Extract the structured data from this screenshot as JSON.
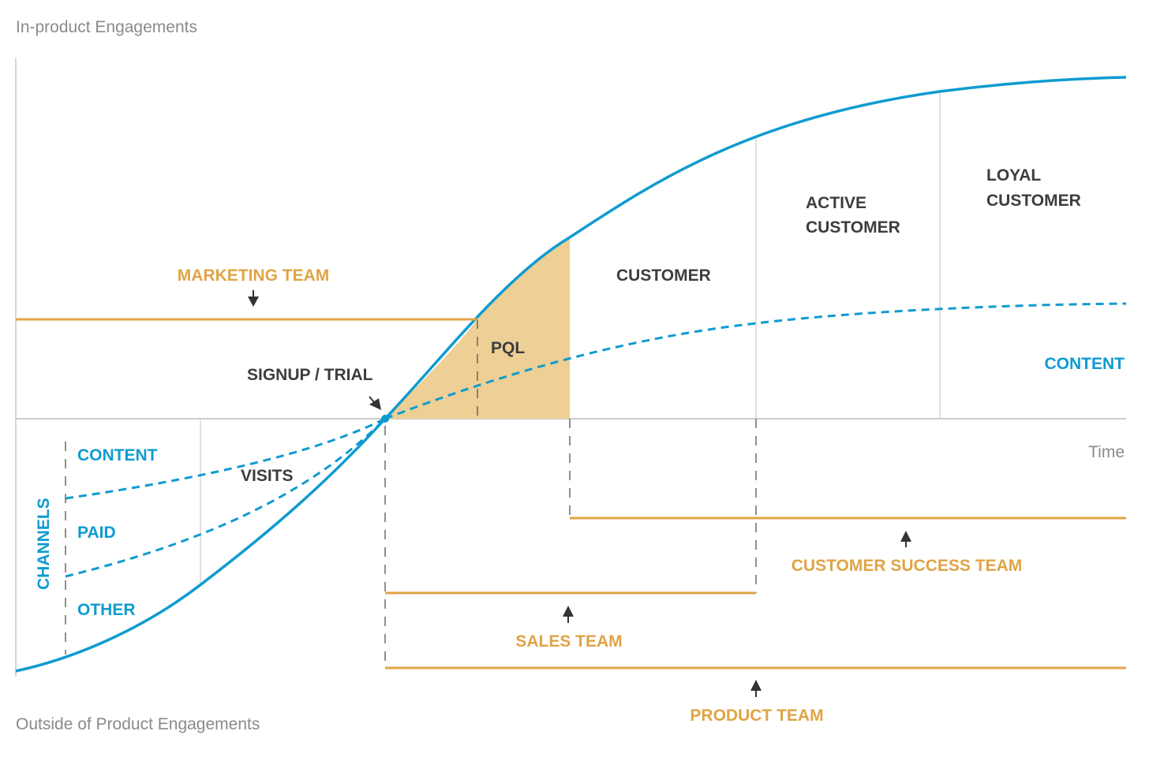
{
  "colors": {
    "curve": "#0f9bd0",
    "team": "#dfa445",
    "pql_fill": "#eecf95",
    "dark_text": "#3d3d3d",
    "grey_text": "#8a8a8a",
    "divider": "#d6d6d6"
  },
  "axes": {
    "y_top": "In-product Engagements",
    "y_bottom": "Outside of Product Engagements",
    "x": "Time"
  },
  "stages": {
    "signup": "SIGNUP / TRIAL",
    "pql": "PQL",
    "customer": "CUSTOMER",
    "active_1": "ACTIVE",
    "active_2": "CUSTOMER",
    "loyal_1": "LOYAL",
    "loyal_2": "CUSTOMER",
    "visits": "VISITS"
  },
  "channels": {
    "title": "CHANNELS",
    "content": "CONTENT",
    "paid": "PAID",
    "other": "OTHER",
    "content_right": "CONTENT"
  },
  "teams": {
    "marketing": "MARKETING TEAM",
    "customer_success": "CUSTOMER SUCCESS TEAM",
    "sales": "SALES TEAM",
    "product": "PRODUCT TEAM"
  }
}
